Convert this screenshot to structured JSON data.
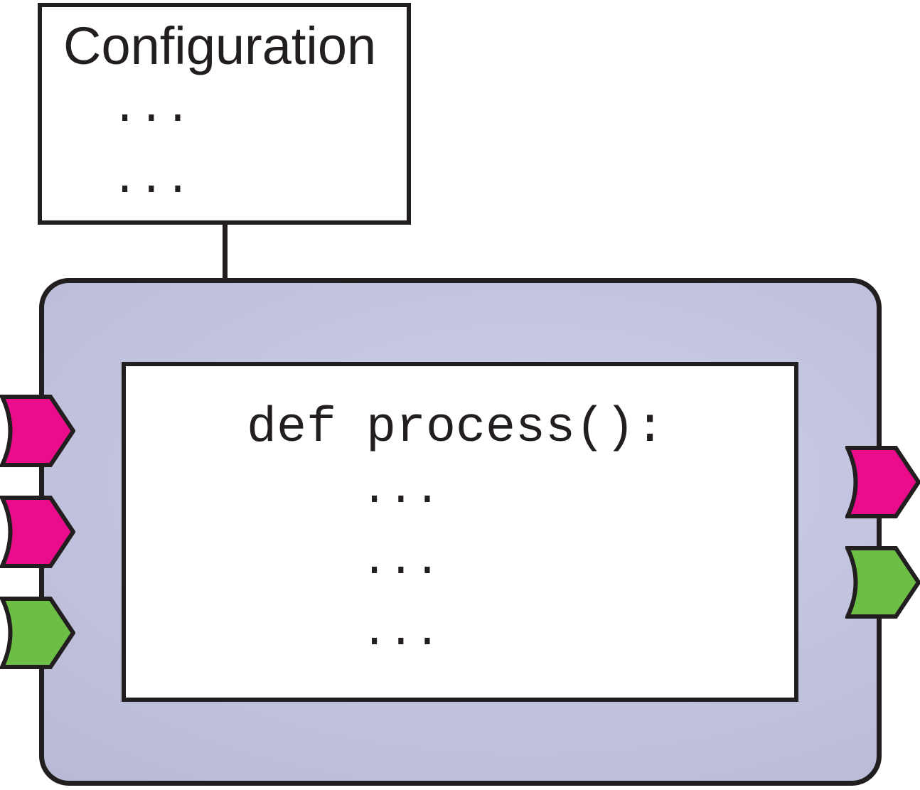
{
  "diagram": {
    "config_box": {
      "title": "Configuration",
      "ellipsis_line_1": "...",
      "ellipsis_line_2": "..."
    },
    "worker_panel": {
      "code_box": {
        "code_line": "def process():",
        "ellipsis_line_1": "...",
        "ellipsis_line_2": "...",
        "ellipsis_line_3": "..."
      }
    },
    "ports": {
      "left_inputs": [
        "pink",
        "pink",
        "green"
      ],
      "right_outputs": [
        "pink",
        "green"
      ]
    },
    "colors": {
      "pink": "#ea0c8b",
      "green": "#6cbe44",
      "panel_fill": "#c2c4df",
      "outline": "#221e1f"
    }
  }
}
